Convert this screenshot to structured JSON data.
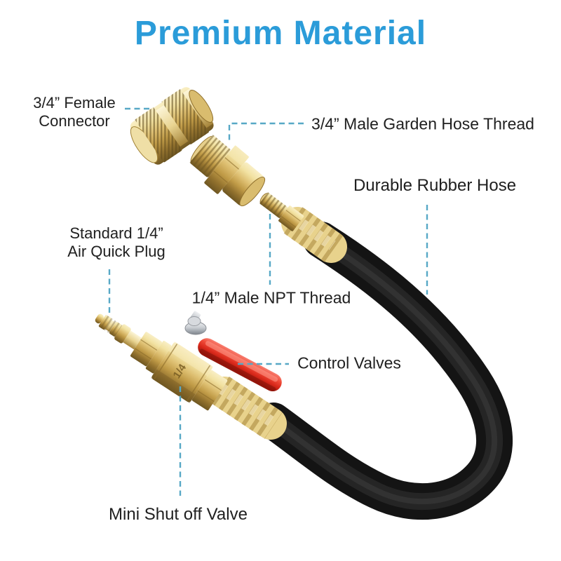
{
  "title": {
    "text": "Premium Material",
    "color": "#2B9CD9"
  },
  "callouts": {
    "female_connector": {
      "line1": "3/4” Female",
      "line2": "Connector"
    },
    "male_garden_hose_thread": {
      "line1": "3/4” Male Garden Hose Thread"
    },
    "durable_rubber_hose": {
      "line1": "Durable Rubber Hose"
    },
    "air_quick_plug": {
      "line1": "Standard 1/4”",
      "line2": "Air Quick Plug"
    },
    "male_npt_thread": {
      "line1": "1/4” Male NPT Thread"
    },
    "control_valves": {
      "line1": "Control Valves"
    },
    "mini_shut_off_valve": {
      "line1": "Mini Shut off Valve"
    }
  },
  "product": {
    "valve_marking": "1/4",
    "colors": {
      "title_blue": "#2B9CD9",
      "label_text": "#202020",
      "leader_dash": "#57A8C6",
      "brass": "#C9A54F",
      "spring_gold": "#E8D28C",
      "hose_black": "#141414",
      "valve_handle_red": "#D8281A",
      "screw_steel": "#C9CDD2"
    }
  }
}
